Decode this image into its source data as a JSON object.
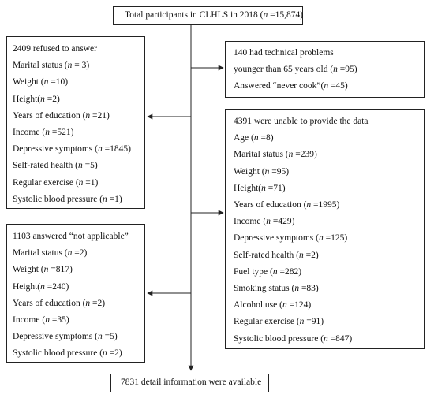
{
  "top_box": {
    "prefix": "Total participants in CLHLS in 2018 (",
    "n": "n",
    "suffix": " =15,874)"
  },
  "refused_box": {
    "title": "2409 refused to answer",
    "items": [
      {
        "label": "Marital status (",
        "n": "n",
        "value": " = 3)"
      },
      {
        "label": "Weight (",
        "n": "n",
        "value": " =10)"
      },
      {
        "label": "Height(",
        "n": "n",
        "value": " =2)"
      },
      {
        "label": "Years of education (",
        "n": "n",
        "value": " =21)"
      },
      {
        "label": "Income (",
        "n": "n",
        "value": " =521)"
      },
      {
        "label": "Depressive symptoms (",
        "n": "n",
        "value": " =1845)"
      },
      {
        "label": "Self-rated health (",
        "n": "n",
        "value": " =5)"
      },
      {
        "label": "Regular exercise (",
        "n": "n",
        "value": " =1)"
      },
      {
        "label": "Systolic blood pressure (",
        "n": "n",
        "value": " =1)"
      }
    ]
  },
  "technical_box": {
    "title": "140 had technical problems",
    "items": [
      {
        "label": "younger than 65 years old (",
        "n": "n",
        "value": " =95)"
      },
      {
        "label": "Answered “never cook”(",
        "n": "n",
        "value": " =45)"
      }
    ]
  },
  "unable_box": {
    "title": "4391 were unable to provide the data",
    "items": [
      {
        "label": "Age (",
        "n": "n",
        "value": " =8)"
      },
      {
        "label": "Marital status (",
        "n": "n",
        "value": " =239)"
      },
      {
        "label": "Weight (",
        "n": "n",
        "value": " =95)"
      },
      {
        "label": "Height(",
        "n": "n",
        "value": " =71)"
      },
      {
        "label": "Years of education (",
        "n": "n",
        "value": " =1995)"
      },
      {
        "label": "Income (",
        "n": "n",
        "value": " =429)"
      },
      {
        "label": "Depressive symptoms (",
        "n": "n",
        "value": " =125)"
      },
      {
        "label": "Self-rated health (",
        "n": "n",
        "value": " =2)"
      },
      {
        "label": "Fuel type (",
        "n": "n",
        "value": " =282)"
      },
      {
        "label": "Smoking status (",
        "n": "n",
        "value": " =83)"
      },
      {
        "label": "Alcohol use (",
        "n": "n",
        "value": " =124)"
      },
      {
        "label": "Regular exercise (",
        "n": "n",
        "value": " =91)"
      },
      {
        "label": "Systolic blood pressure (",
        "n": "n",
        "value": " =847)"
      }
    ]
  },
  "na_box": {
    "title": "1103 answered “not applicable”",
    "items": [
      {
        "label": "Marital status (",
        "n": "n",
        "value": " =2)"
      },
      {
        "label": "Weight (",
        "n": "n",
        "value": " =817)"
      },
      {
        "label": "Height(",
        "n": "n",
        "value": " =240)"
      },
      {
        "label": "Years of education (",
        "n": "n",
        "value": " =2)"
      },
      {
        "label": "Income (",
        "n": "n",
        "value": " =35)"
      },
      {
        "label": "Depressive symptoms (",
        "n": "n",
        "value": " =5)"
      },
      {
        "label": "Systolic blood pressure (",
        "n": "n",
        "value": " =2)"
      }
    ]
  },
  "bottom_box": {
    "text": "7831 detail information were available"
  },
  "colors": {
    "line": "#222222",
    "text": "#111111",
    "background": "#ffffff"
  }
}
